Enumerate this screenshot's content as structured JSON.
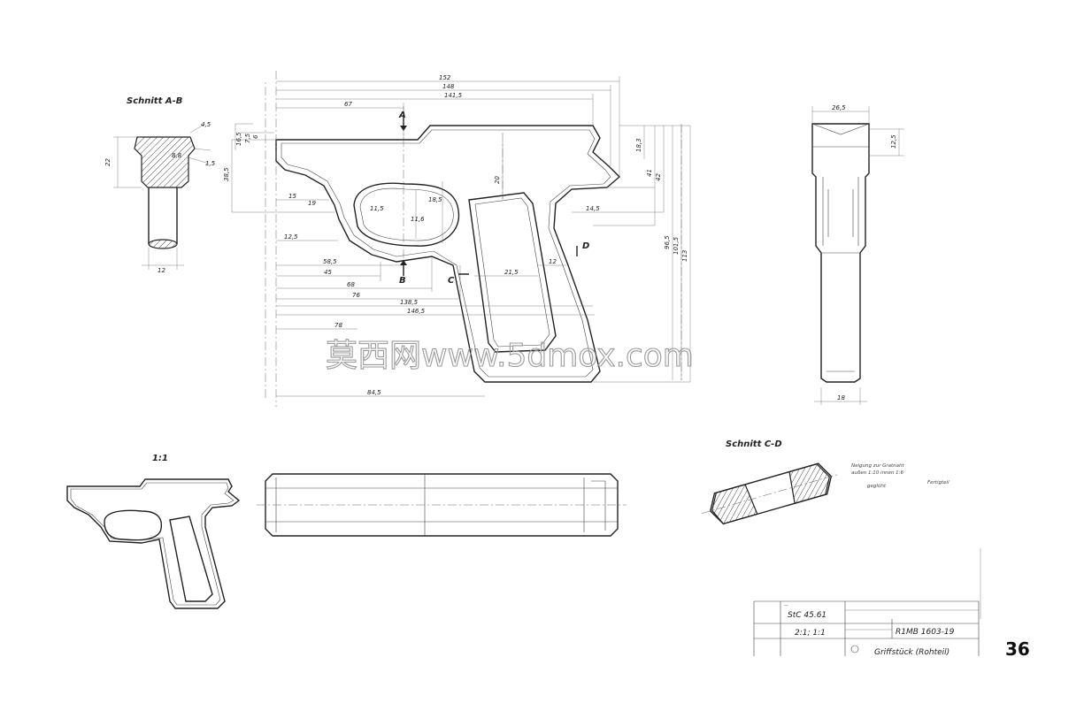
{
  "sheet": {
    "page_number": "36",
    "watermark": "莫西网www.5dmox.com"
  },
  "section_labels": {
    "ab": "Schnitt A-B",
    "cd": "Schnitt C-D",
    "scale_view": "1:1"
  },
  "cut_markers": {
    "a": "A",
    "b": "B",
    "c": "C",
    "d": "D"
  },
  "dimensions": {
    "top": [
      "152",
      "148",
      "141,5",
      "67"
    ],
    "bottom": [
      "58,5",
      "45",
      "68",
      "76",
      "138,5",
      "146,5",
      "78",
      "84,5"
    ],
    "left": [
      "12,5",
      "15",
      "38,5",
      "16,5",
      "7,5",
      "6"
    ],
    "right": [
      "18,3",
      "41",
      "42",
      "96,5",
      "101,5",
      "113"
    ],
    "interior": [
      "20",
      "21,5",
      "12",
      "11,5",
      "18,5",
      "14,5",
      "19",
      "11,6"
    ],
    "section_ab": [
      "22",
      "12",
      "4,5",
      "1,5",
      "8,8"
    ],
    "end_view": [
      "26,5",
      "12,5",
      "18"
    ]
  },
  "notes": {
    "cd_note_1": "Neigung zur Gratnaht",
    "cd_note_2": "außen 1:10 innen 1:6",
    "cd_note_3": "geglüht",
    "cd_note_4": "Fertigteil"
  },
  "title_block": {
    "material": "StC 45.61",
    "scale": "2:1; 1:1",
    "drawing_number": "R1MB 1603-19",
    "part_name": "Griffstück (Rohteil)"
  }
}
